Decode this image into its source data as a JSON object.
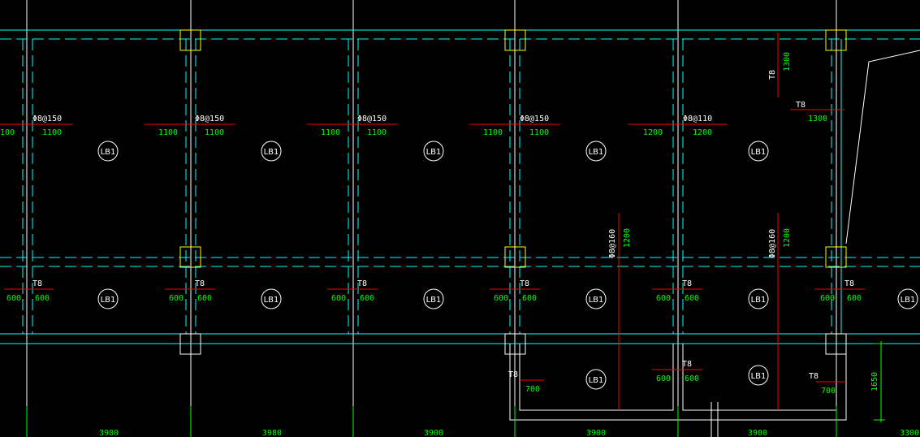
{
  "colors": {
    "background": "#000000",
    "beam_line": "#00ffff",
    "grid_line": "#ffffff",
    "column": "#ffff00",
    "rebar": "#ff0000",
    "rebar_text": "#00ff00",
    "label_text": "#ffffff"
  },
  "slab_label": "LB1",
  "rebar_labels": {
    "phi8_150": "Φ8@150",
    "phi8_110": "Φ8@110",
    "phi8_160": "Φ8@160",
    "t8": "T8"
  },
  "dims": {
    "d1100": "1100",
    "d100": "100",
    "d1200": "1200",
    "d1300": "1300",
    "d600": "600",
    "d700": "700",
    "d1650": "1650",
    "bay_3980": "3980",
    "bay_3900": "3900",
    "bay_3300": "3300"
  }
}
